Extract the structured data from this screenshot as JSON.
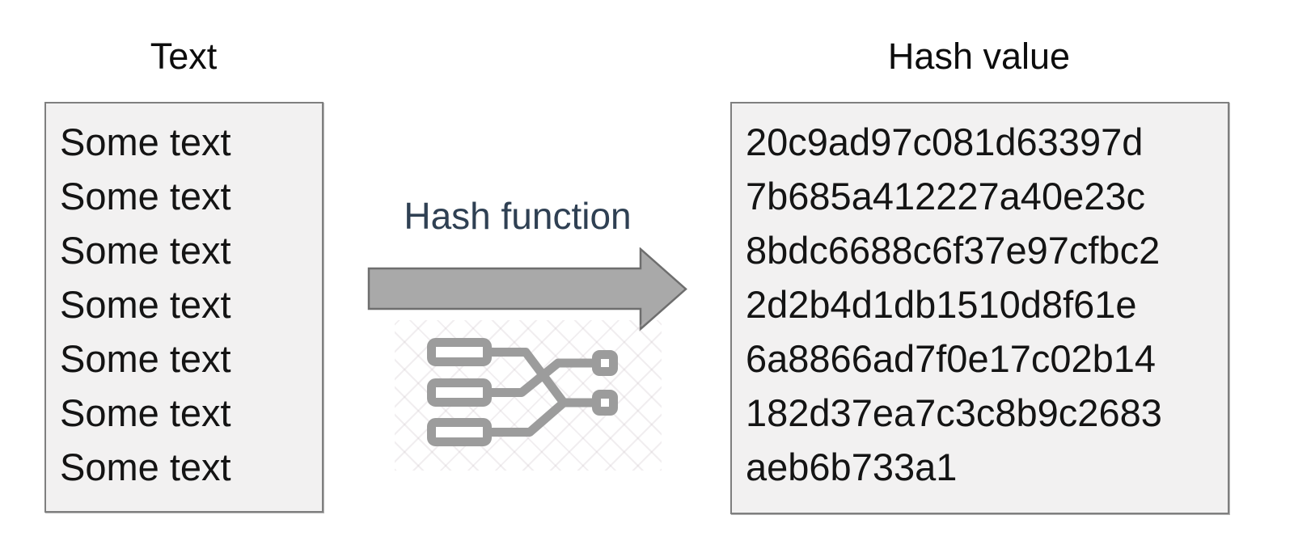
{
  "left_panel": {
    "title": "Text",
    "lines": [
      "Some text",
      "Some text",
      "Some text",
      "Some text",
      "Some text",
      "Some text",
      "Some text"
    ]
  },
  "middle": {
    "label": "Hash function",
    "arrow_icon": "arrow-right-icon",
    "mapping_icon": "hash-mapping-icon"
  },
  "right_panel": {
    "title": "Hash value",
    "lines": [
      "20c9ad97c081d63397d",
      "7b685a412227a40e23c",
      "8bdc6688c6f37e97cfbc2",
      "2d2b4d1db1510d8f61e",
      "6a8866ad7f0e17c02b14",
      "182d37ea7c3c8b9c2683",
      "aeb6b733a1"
    ]
  },
  "colors": {
    "box_bg": "#f2f1f1",
    "box_border": "#7f7f7f",
    "label_color": "#2f4053",
    "arrow_fill": "#a9a9a9",
    "arrow_stroke": "#6e6e6e",
    "icon_gray": "#9c9c9c"
  }
}
